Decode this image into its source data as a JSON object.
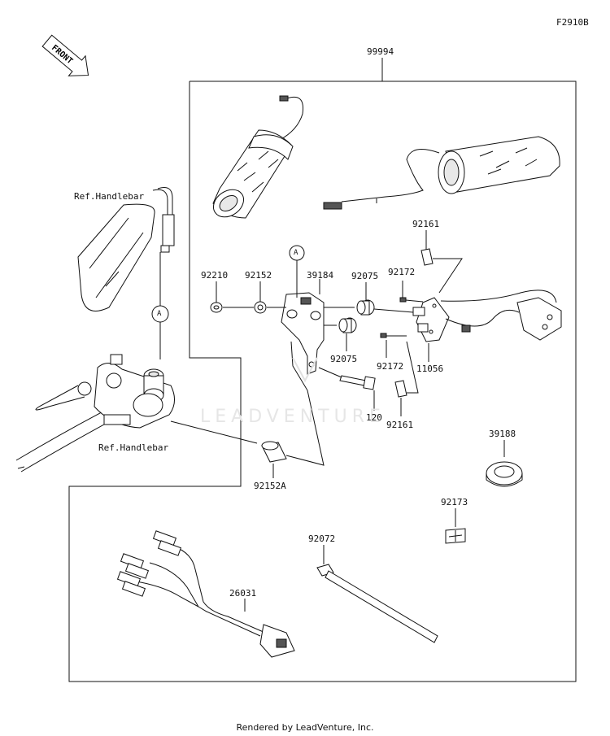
{
  "figure_code": "F2910B",
  "front_label": "FRONT",
  "watermark": "LEADVENTURE",
  "footer": "Rendered by LeadVenture, Inc.",
  "ref_labels": {
    "handlebar_top": "Ref.Handlebar",
    "handlebar_bottom": "Ref.Handlebar"
  },
  "callouts": {
    "circle_a_top": "A",
    "circle_a_left": "A"
  },
  "parts": {
    "p99994": "99994",
    "p92161_top": "92161",
    "p92172_top": "92172",
    "p92210": "92210",
    "p92152": "92152",
    "p39184": "39184",
    "p92075_top": "92075",
    "p92075_bottom": "92075",
    "p92172_bottom": "92172",
    "p11056": "11056",
    "p120": "120",
    "p92161_bottom": "92161",
    "p39188": "39188",
    "p92152A": "92152A",
    "p92173": "92173",
    "p92072": "92072",
    "p26031": "26031"
  }
}
